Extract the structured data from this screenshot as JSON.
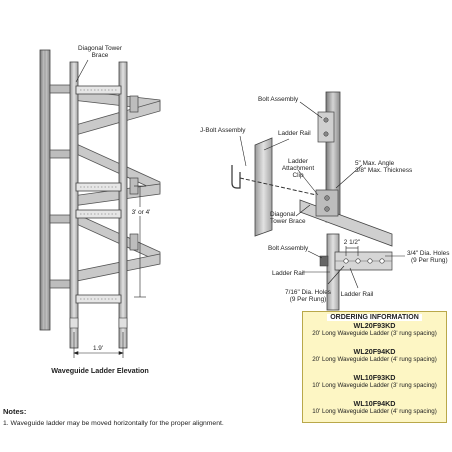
{
  "labels": {
    "diagonal_brace": [
      "Diagonal Tower",
      "Brace"
    ],
    "spacing": "3' or 4'",
    "width": "1.9'",
    "elevation_title": "Waveguide Ladder Elevation",
    "bolt_assembly_top": "Bolt Assembly",
    "jbolt": "J-Bolt Assembly",
    "ladder_rail_top": "Ladder Rail",
    "attachment_clip": [
      "Ladder",
      "Attachment",
      "Clip"
    ],
    "max_angle": [
      "5\" Max. Angle",
      "3/8\" Max. Thickness"
    ],
    "diag_tower_brace": [
      "Diagonal",
      "Tower Brace"
    ],
    "bolt_assembly_bottom": "Bolt Assembly",
    "dim_2_5": "2 1/2\"",
    "holes_34": [
      "3/4\" Dia. Holes",
      "(9 Per Rung)"
    ],
    "ladder_rail_left": "Ladder Rail",
    "holes_716": [
      "7/16\" Dia. Holes",
      "(9 Per Rung)"
    ],
    "ladder_rail_bottom": "Ladder Rail"
  },
  "ordering": {
    "title": "ORDERING INFORMATION",
    "items": [
      {
        "code": "WL20F93KD",
        "desc": "20' Long Waveguide Ladder (3' rung spacing)"
      },
      {
        "code": "WL20F94KD",
        "desc": "20' Long Waveguide Ladder (4' rung spacing)"
      },
      {
        "code": "WL10F93KD",
        "desc": "10' Long Waveguide Ladder (3' rung spacing)"
      },
      {
        "code": "WL10F94KD",
        "desc": "10' Long Waveguide Ladder (4' rung spacing)"
      }
    ]
  },
  "notes": {
    "title": "Notes:",
    "line1": "1. Waveguide ladder may be moved horizontally for the proper alignment."
  },
  "colors": {
    "steel_light": "#d9d9d9",
    "steel_mid": "#a8a8a8",
    "steel_dark": "#6e6e6e",
    "order_bg": "#fdf6c4"
  }
}
